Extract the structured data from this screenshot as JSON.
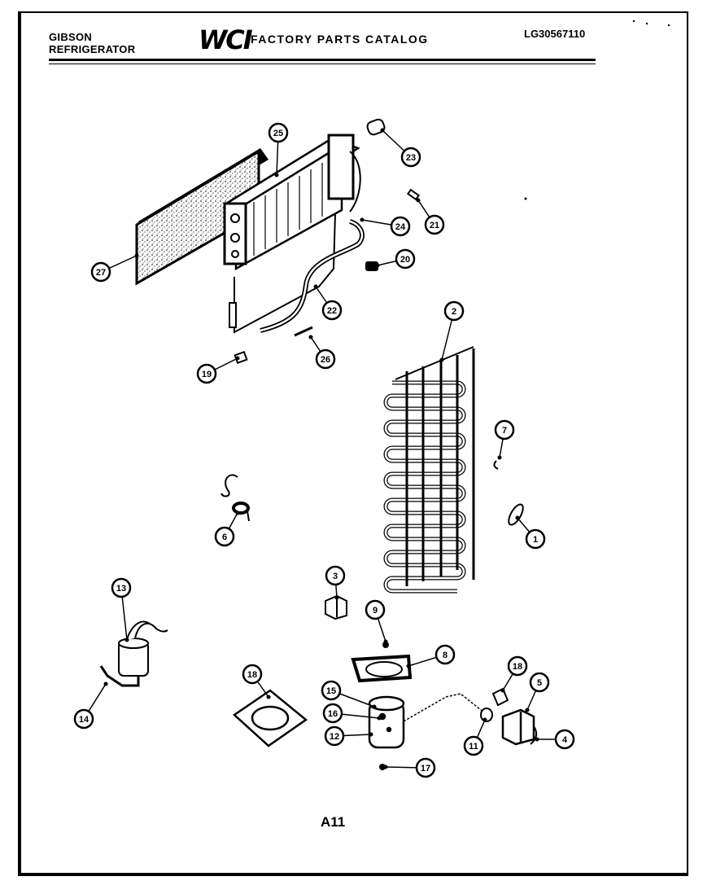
{
  "header": {
    "brand_line1": "GIBSON",
    "brand_line2": "REFRIGERATOR",
    "logo": "WCI",
    "catalog_title": "FACTORY PARTS CATALOG",
    "model_code": "LG30567110"
  },
  "footer": {
    "page_label": "A11"
  },
  "callouts": [
    {
      "id": "c27",
      "label": "27"
    },
    {
      "id": "c25",
      "label": "25"
    },
    {
      "id": "c23",
      "label": "23"
    },
    {
      "id": "c24",
      "label": "24"
    },
    {
      "id": "c21",
      "label": "21"
    },
    {
      "id": "c20",
      "label": "20"
    },
    {
      "id": "c22",
      "label": "22"
    },
    {
      "id": "c26",
      "label": "26"
    },
    {
      "id": "c19",
      "label": "19"
    },
    {
      "id": "c2",
      "label": "2"
    },
    {
      "id": "c7",
      "label": "7"
    },
    {
      "id": "c1",
      "label": "1"
    },
    {
      "id": "c6",
      "label": "6"
    },
    {
      "id": "c3",
      "label": "3"
    },
    {
      "id": "c13",
      "label": "13"
    },
    {
      "id": "c9a",
      "label": "9"
    },
    {
      "id": "c8",
      "label": "8"
    },
    {
      "id": "c14",
      "label": "14"
    },
    {
      "id": "c18a",
      "label": "18"
    },
    {
      "id": "c15",
      "label": "15"
    },
    {
      "id": "c16",
      "label": "16"
    },
    {
      "id": "c12",
      "label": "12"
    },
    {
      "id": "c17",
      "label": "17"
    },
    {
      "id": "c11",
      "label": "11"
    },
    {
      "id": "c18b",
      "label": "18"
    },
    {
      "id": "c5",
      "label": "5"
    },
    {
      "id": "c4",
      "label": "4"
    }
  ]
}
